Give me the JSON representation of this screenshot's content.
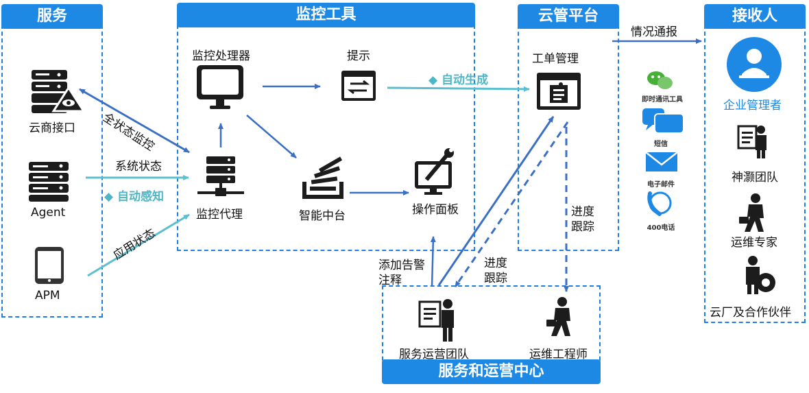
{
  "sections": {
    "service": "服务",
    "monitor_tools": "监控工具",
    "cloud_platform": "云管平台",
    "receivers": "接收人",
    "ops_center": "服务和运营中心"
  },
  "service_items": {
    "cloud_api": "云商接口",
    "agent": "Agent",
    "apm": "APM"
  },
  "monitor_items": {
    "processor": "监控处理器",
    "prompt": "提示",
    "proxy": "监控代理",
    "smart_platform": "智能中台",
    "operation_panel": "操作面板"
  },
  "cloud_items": {
    "work_order": "工单管理"
  },
  "channels": {
    "im": "即时通讯工具",
    "sms": "短信",
    "email": "电子邮件",
    "phone": "400电话"
  },
  "receivers": {
    "enterprise_admin": "企业管理者",
    "shenhao_team": "神灏团队",
    "ops_expert": "运维专家",
    "partners": "云厂及合作伙伴"
  },
  "ops_items": {
    "service_team": "服务运营团队",
    "ops_engineer": "运维工程师"
  },
  "edges": {
    "full_monitor": "全状态监控",
    "system_status": "系统状态",
    "auto_perceive": "自动感知",
    "app_status": "应用状态",
    "auto_generate": "自动生成",
    "notify": "情况通报",
    "progress_tracking_1": "进度",
    "progress_tracking_2": "跟踪",
    "add_alert_1": "添加告警",
    "add_alert_2": "注释",
    "progress_tracking_3": "进度",
    "progress_tracking_4": "跟踪"
  },
  "colors": {
    "header_blue": "#1e88e5",
    "border_blue": "#1e7ee0",
    "arrow_blue": "#3a6fc4",
    "arrow_teal": "#5bbfcf",
    "icon_dark": "#1c1c1c"
  }
}
